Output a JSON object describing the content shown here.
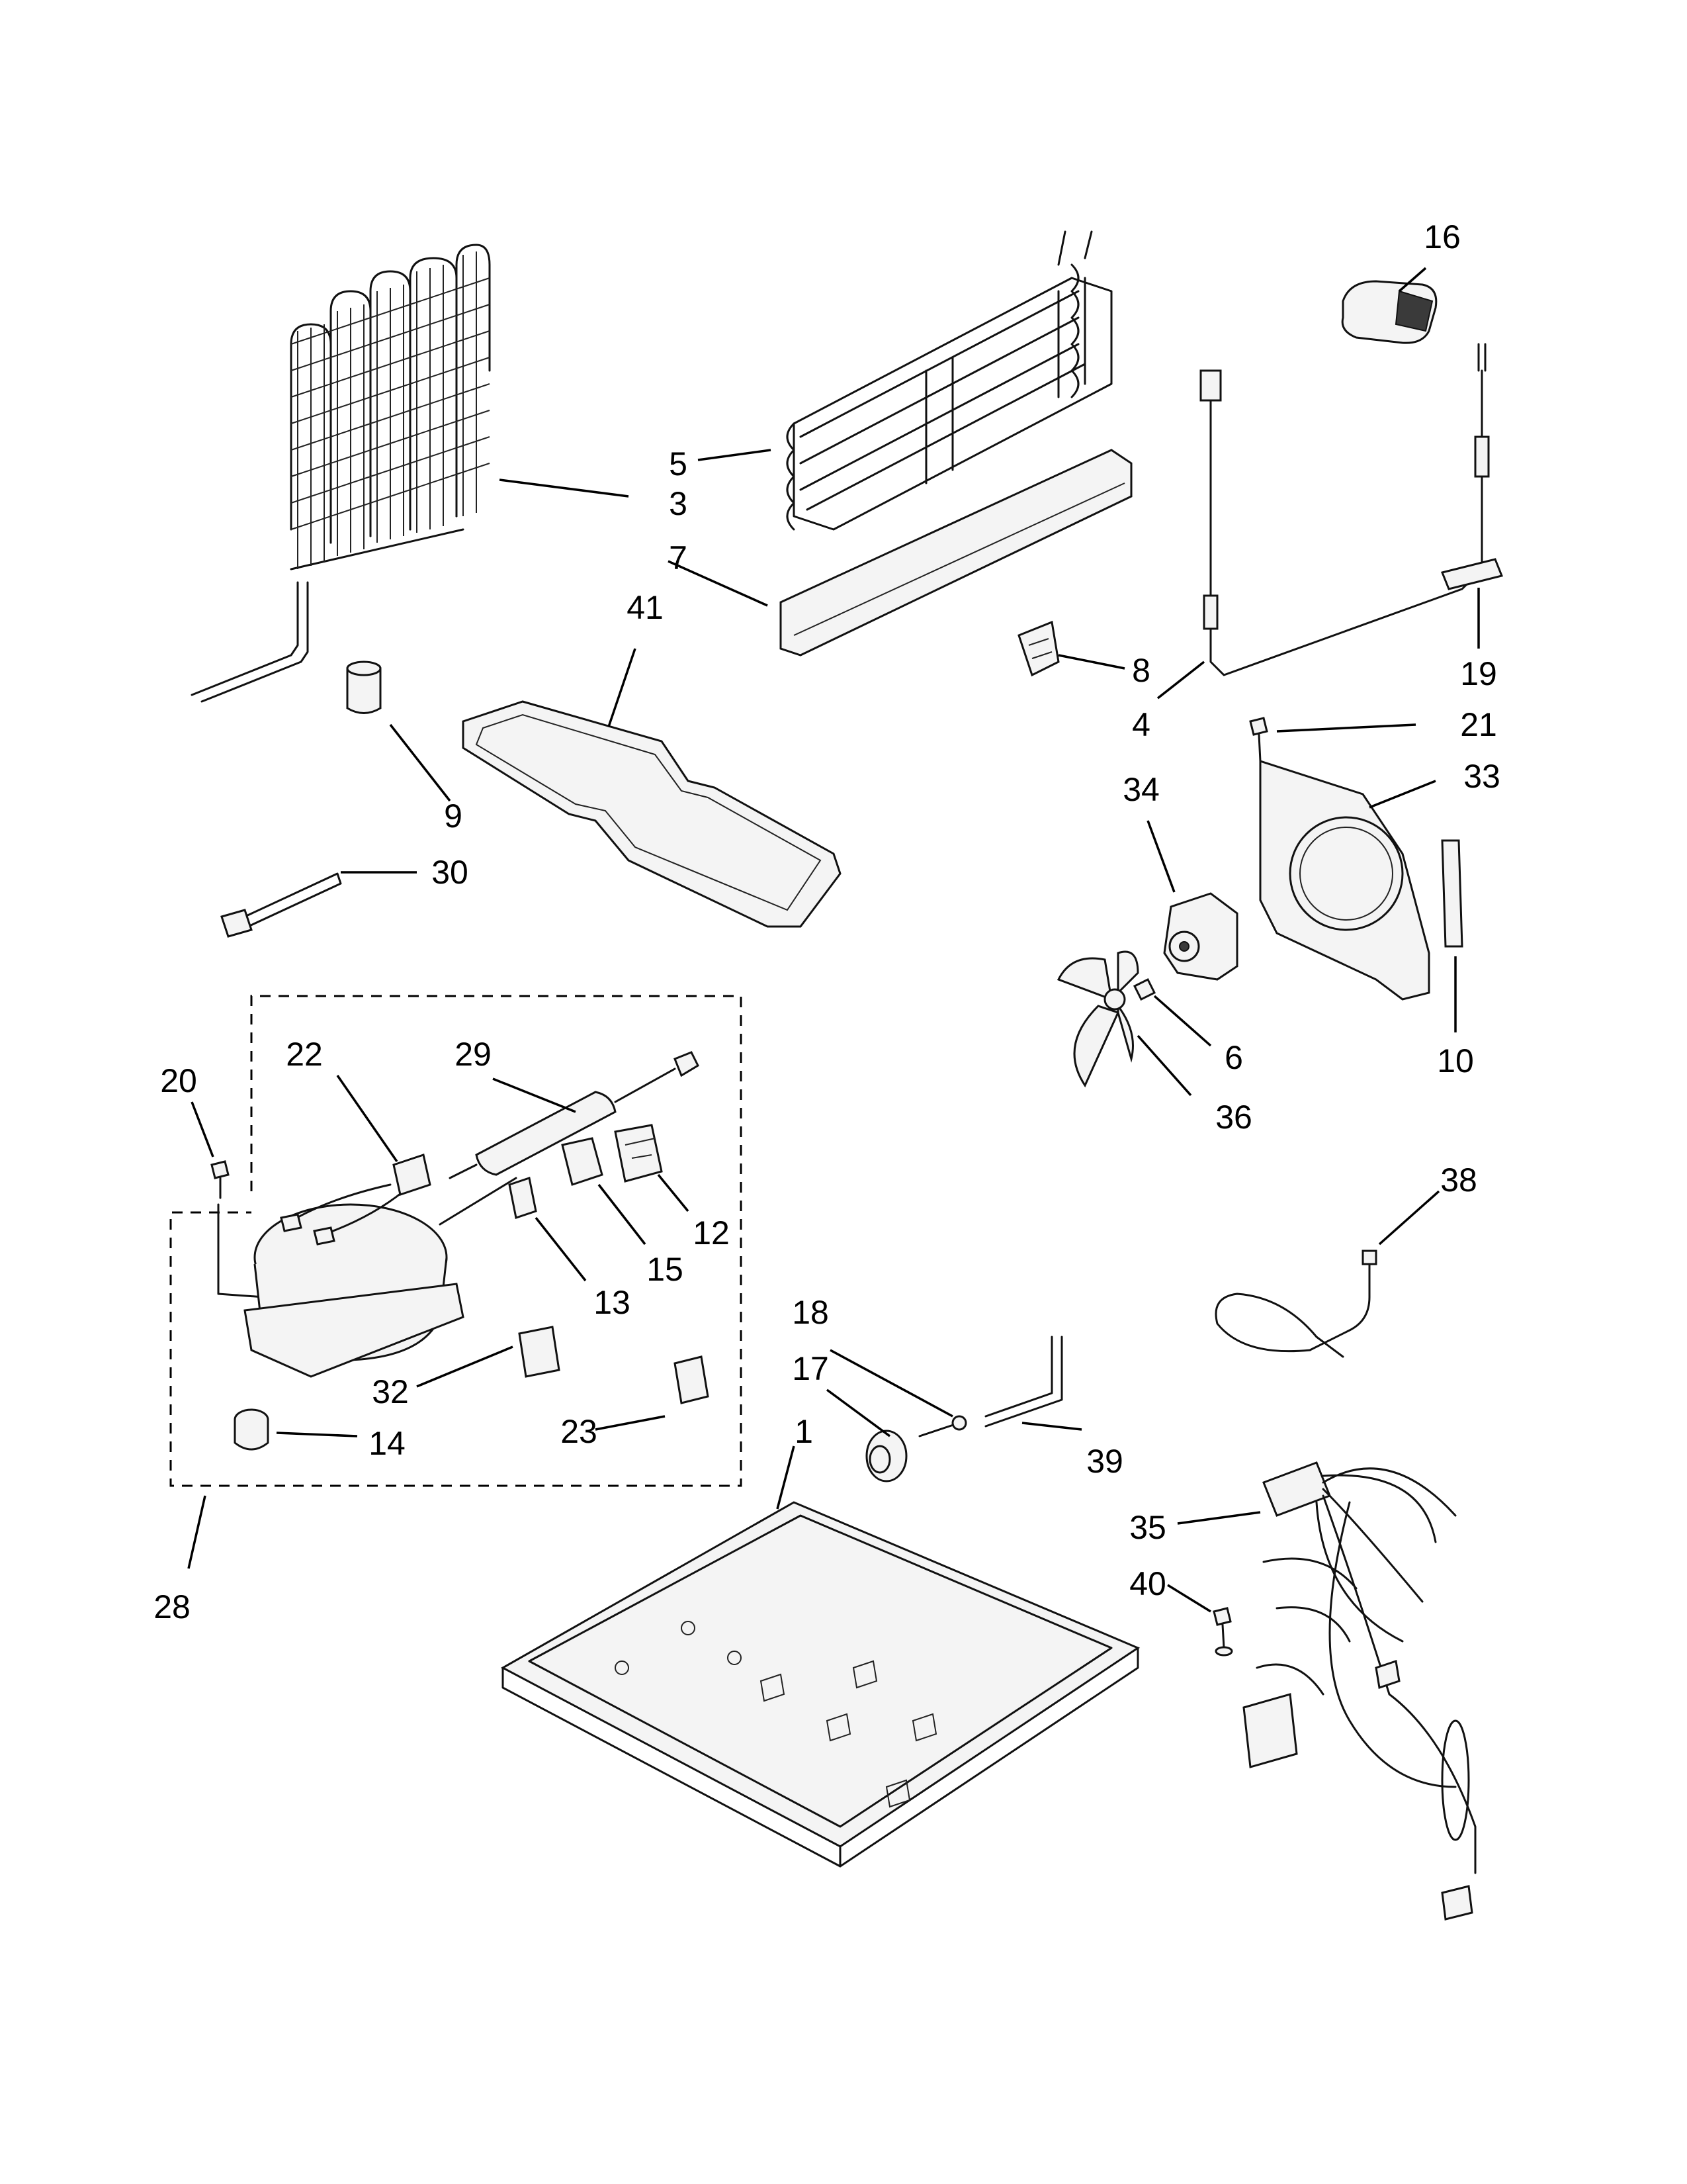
{
  "callouts": [
    {
      "id": "c16",
      "label": "16"
    },
    {
      "id": "c5",
      "label": "5"
    },
    {
      "id": "c3",
      "label": "3"
    },
    {
      "id": "c7",
      "label": "7"
    },
    {
      "id": "c41",
      "label": "41"
    },
    {
      "id": "c8",
      "label": "8"
    },
    {
      "id": "c19",
      "label": "19"
    },
    {
      "id": "c4",
      "label": "4"
    },
    {
      "id": "c21",
      "label": "21"
    },
    {
      "id": "c33",
      "label": "33"
    },
    {
      "id": "c34",
      "label": "34"
    },
    {
      "id": "c9",
      "label": "9"
    },
    {
      "id": "c30",
      "label": "30"
    },
    {
      "id": "c22",
      "label": "22"
    },
    {
      "id": "c29",
      "label": "29"
    },
    {
      "id": "c20",
      "label": "20"
    },
    {
      "id": "c6",
      "label": "6"
    },
    {
      "id": "c36",
      "label": "36"
    },
    {
      "id": "c10",
      "label": "10"
    },
    {
      "id": "c12",
      "label": "12"
    },
    {
      "id": "c15",
      "label": "15"
    },
    {
      "id": "c13",
      "label": "13"
    },
    {
      "id": "c38",
      "label": "38"
    },
    {
      "id": "c18",
      "label": "18"
    },
    {
      "id": "c17",
      "label": "17"
    },
    {
      "id": "c32",
      "label": "32"
    },
    {
      "id": "c23",
      "label": "23"
    },
    {
      "id": "c14",
      "label": "14"
    },
    {
      "id": "c1",
      "label": "1"
    },
    {
      "id": "c39",
      "label": "39"
    },
    {
      "id": "c35",
      "label": "35"
    },
    {
      "id": "c40",
      "label": "40"
    },
    {
      "id": "c28",
      "label": "28"
    }
  ]
}
